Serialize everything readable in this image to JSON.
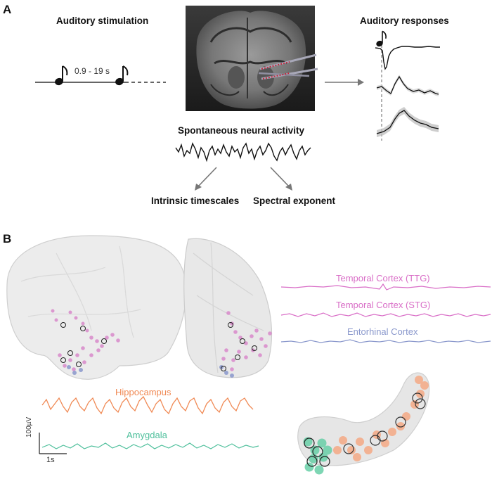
{
  "panel_a": {
    "label": "A",
    "stimulation_title": "Auditory stimulation",
    "interval_label": "0.9 - 19 s",
    "responses_title": "Auditory responses",
    "spontaneous_title": "Spontaneous neural activity",
    "outcome_left": "Intrinsic timescales",
    "outcome_right": "Spectral exponent"
  },
  "panel_b": {
    "label": "B",
    "traces": [
      {
        "name": "Temporal Cortex (TTG)",
        "color": "#d96ec7"
      },
      {
        "name": "Temporal Cortex (STG)",
        "color": "#d96ec7"
      },
      {
        "name": "Entorhinal Cortex",
        "color": "#8a98cc"
      },
      {
        "name": "Hippocampus",
        "color": "#f08a55"
      },
      {
        "name": "Amygdala",
        "color": "#4dbf9b"
      }
    ],
    "scale_bar": {
      "voltage": "100µV",
      "time": "1s"
    }
  }
}
